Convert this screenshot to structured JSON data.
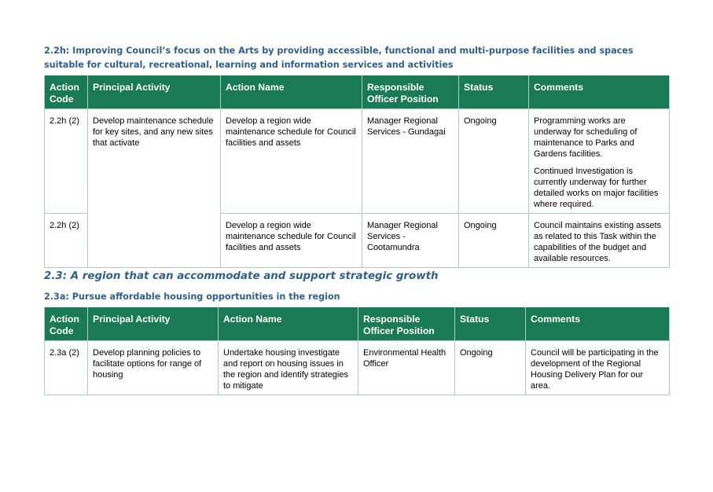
{
  "section_2_2h": {
    "heading": "2.2h: Improving Council’s focus on the Arts by providing accessible, functional and multi-purpose facilities and spaces suitable for cultural, recreational, learning and information services and activities"
  },
  "table_headers": {
    "action_code": "Action Code",
    "principal_activity": "Principal Activity",
    "action_name": "Action Name",
    "responsible_officer": "Responsible Officer Position",
    "status": "Status",
    "comments": "Comments"
  },
  "table_2_2h": {
    "principal_activity": "Develop maintenance schedule for key sites, and any new sites that activate",
    "rows": [
      {
        "code": "2.2h (2)",
        "action_name": "Develop a region wide maintenance schedule for Council facilities and assets",
        "officer": "Manager Regional Services - Gundagai",
        "status": "Ongoing",
        "comments": [
          "Programming works are underway for scheduling of maintenance to Parks and Gardens facilities.",
          "Continued Investigation is currently underway for further detailed works on major facilities where required."
        ]
      },
      {
        "code": "2.2h (2)",
        "action_name": "Develop a region wide maintenance schedule for Council facilities and assets",
        "officer": "Manager Regional Services - Cootamundra",
        "status": "Ongoing",
        "comments": [
          "Council maintains existing assets as related to this Task within the capabilities of the budget and available resources."
        ]
      }
    ]
  },
  "section_2_3": {
    "heading": "2.3: A region that can accommodate and support strategic growth"
  },
  "section_2_3a": {
    "heading": "2.3a: Pursue affordable housing opportunities in the region"
  },
  "table_2_3a": {
    "rows": [
      {
        "code": "2.3a (2)",
        "principal_activity": "Develop planning policies to facilitate options for range of housing",
        "action_name": "Undertake housing investigate and report on housing issues in the region and identify strategies to mitigate",
        "officer": "Environmental Health Officer",
        "status": "Ongoing",
        "comments": "Council will be participating in the development of the Regional Housing Delivery Plan for our area."
      }
    ]
  },
  "colors": {
    "header_bg": "#1a7a55",
    "heading_text": "#2e5f8f",
    "border": "#a9cfc0"
  }
}
